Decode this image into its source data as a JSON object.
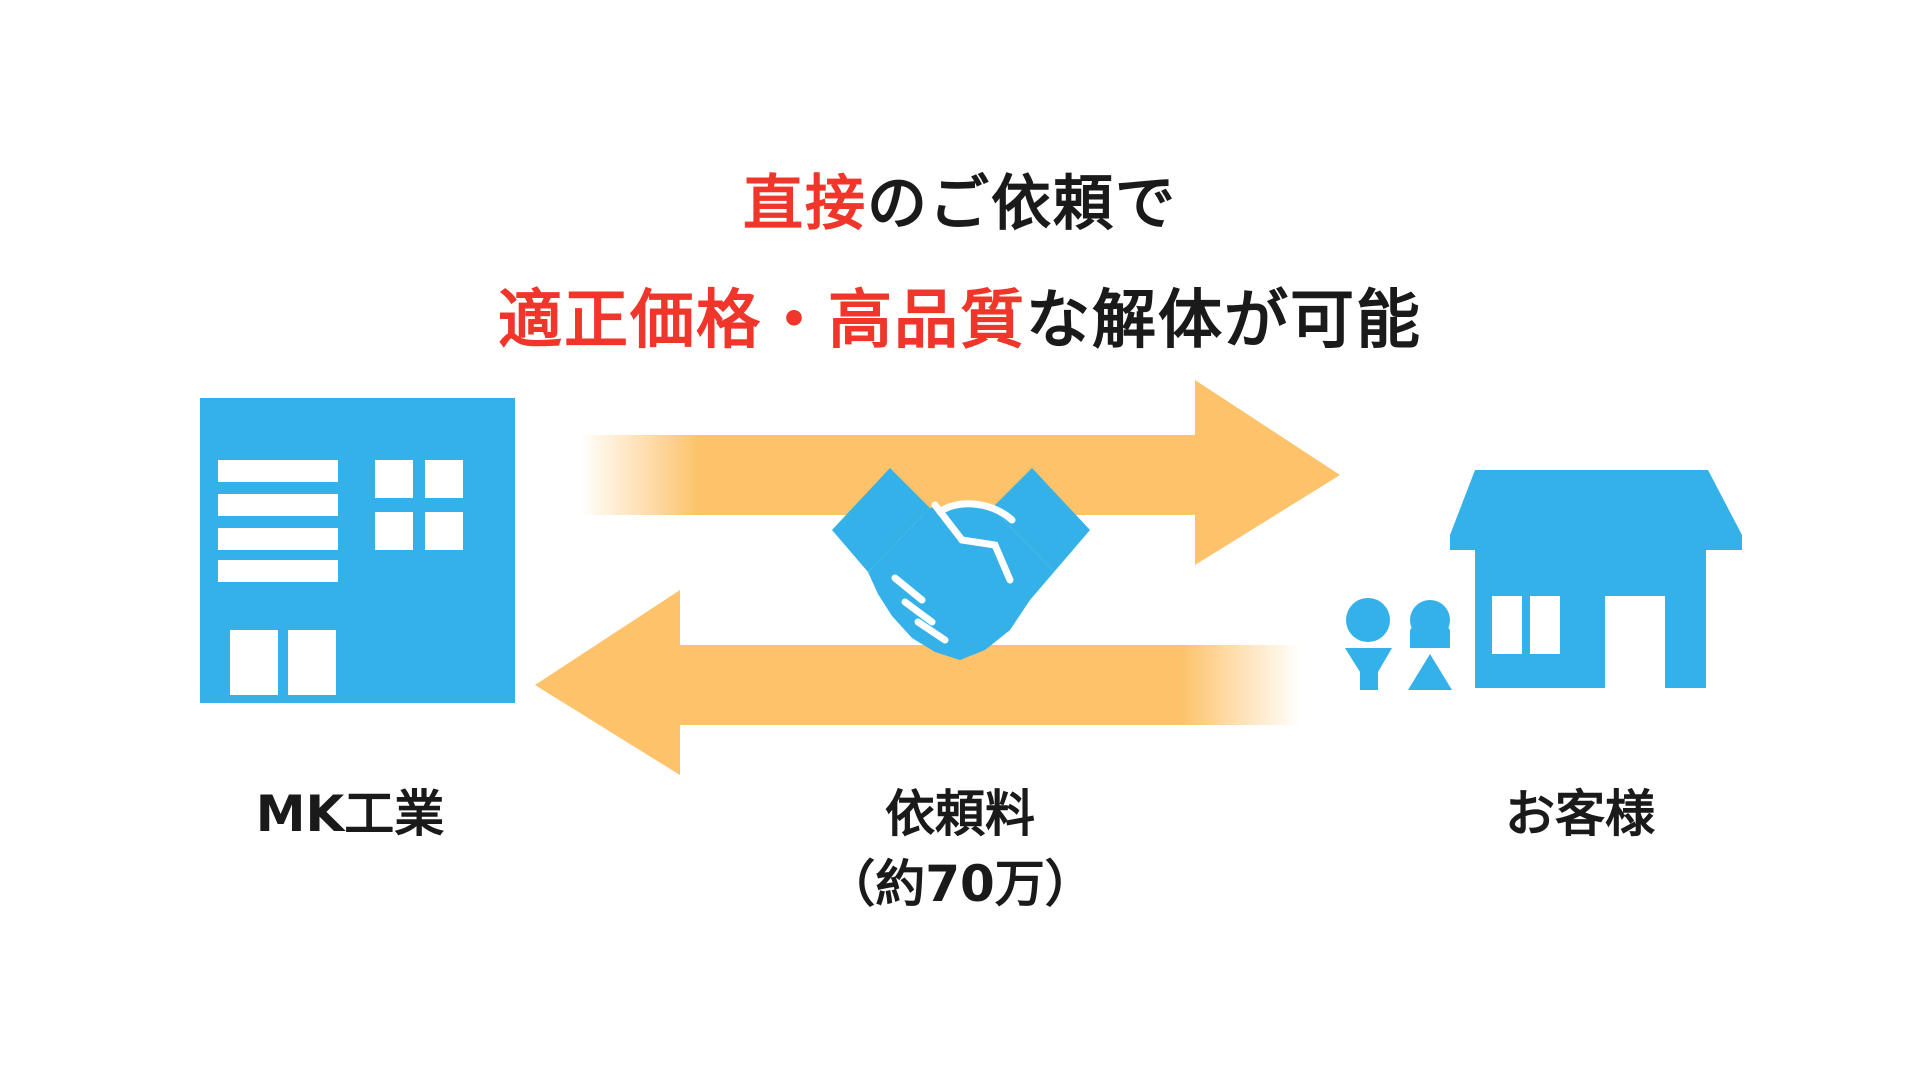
{
  "headline": {
    "line1": {
      "accent": "直接",
      "rest": "のご依頼で"
    },
    "line2": {
      "accent": "適正価格・高品質",
      "rest": "な解体が可能"
    }
  },
  "labels": {
    "company": "MK工業",
    "customer": "お客様",
    "fee": "依頼料",
    "fee_detail": "（約70万）"
  },
  "icons": {
    "company": "office-building-icon",
    "handshake": "handshake-icon",
    "customer_house": "house-icon",
    "customer_people": "family-icon"
  },
  "colors": {
    "accent": "#f0362a",
    "icon_blue": "#33b1e8",
    "arrow_orange": "#fdc26a",
    "text": "#1a1a1a"
  }
}
